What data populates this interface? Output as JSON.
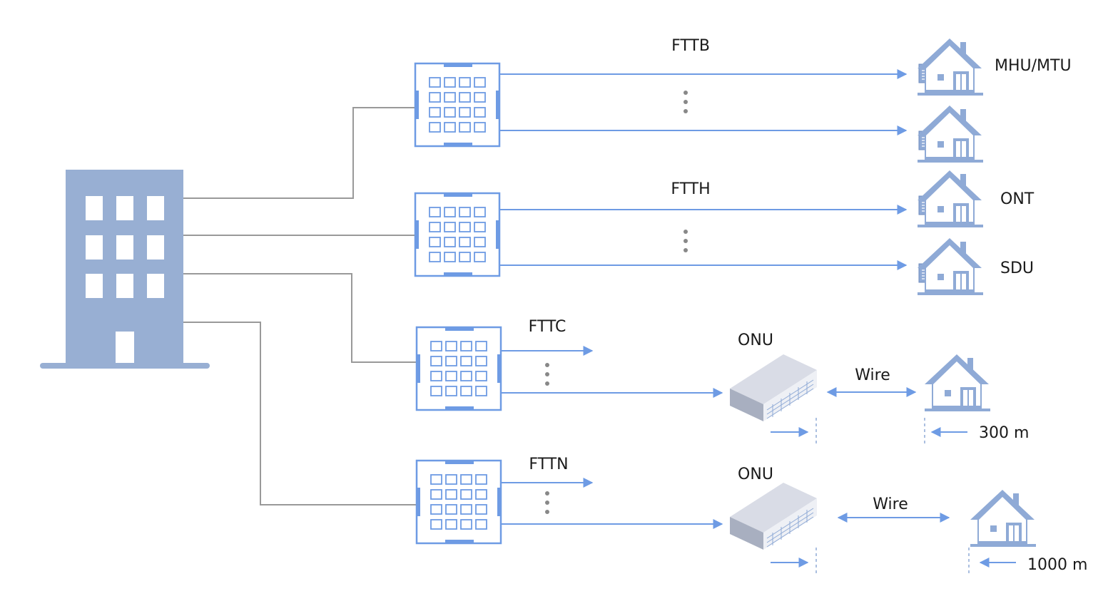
{
  "diagram": {
    "fttb_label": "FTTB",
    "ftth_label": "FTTH",
    "fttc_label": "FTTC",
    "fttn_label": "FTTN",
    "mhu_label": "MHU/MTU",
    "ont_label": "ONT",
    "sdu_label": "SDU",
    "onu_top_label": "ONU",
    "onu_bottom_label": "ONU",
    "wire_top_label": "Wire",
    "wire_bottom_label": "Wire",
    "distance_300": "300 m",
    "distance_1000": "1000 m"
  },
  "colors": {
    "accent": "#8faad6",
    "arrow": "#6e9be4",
    "wire": "#999999",
    "building": "#98afd3",
    "dots": "#888888"
  },
  "icons": {
    "central_office": "office-building-icon",
    "splitter": "olt-splitter-icon",
    "home": "house-icon",
    "onu": "onu-device-icon"
  }
}
